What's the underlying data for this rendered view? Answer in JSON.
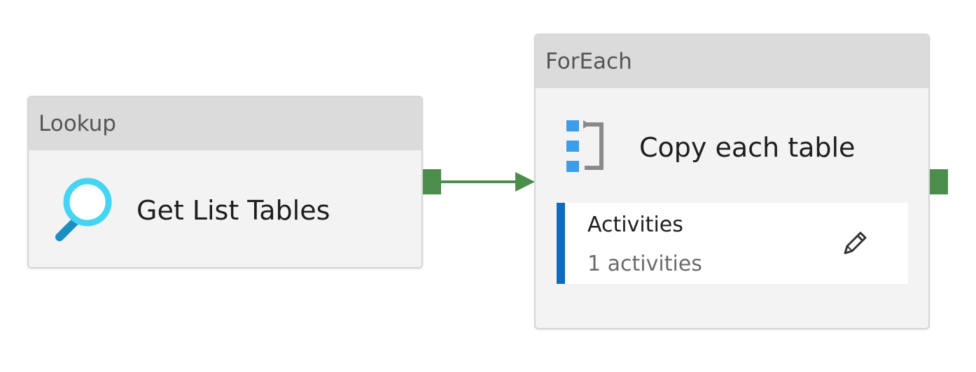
{
  "lookup": {
    "type_label": "Lookup",
    "name": "Get List Tables",
    "icon": "search-icon"
  },
  "foreach": {
    "type_label": "ForEach",
    "name": "Copy each table",
    "icon": "foreach-icon",
    "activities": {
      "title": "Activities",
      "count_text": "1 activities",
      "edit_icon": "pencil-icon"
    }
  },
  "colors": {
    "success_connector": "#4b8d4b",
    "accent_bar": "#0f6cbd",
    "header_bg": "#dbdbdb",
    "body_bg": "#f3f3f3"
  }
}
